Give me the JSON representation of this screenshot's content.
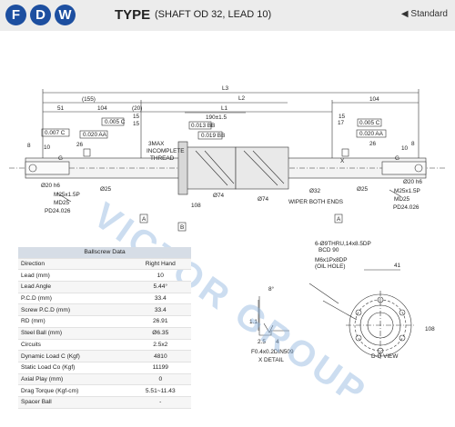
{
  "header": {
    "badges": [
      "F",
      "D",
      "W"
    ],
    "type_label": "TYPE",
    "subtitle": "(SHAFT OD 32, LEAD 10)",
    "standard_button": "Standard",
    "standard_icon": "triangle-left-icon",
    "brand_color": "#1d4fa0"
  },
  "drawing": {
    "dims_top": {
      "L3": "L3",
      "L2": "L2",
      "L1": "L1",
      "d155": "(155)",
      "d104_right": "104",
      "d51": "51",
      "d104_left": "104",
      "d20": "(20)",
      "d15a": "15",
      "d15b": "15",
      "d190": "190±1.5",
      "d15c": "15",
      "d17": "17"
    },
    "left_labels": {
      "tol1": "0.007 C",
      "tol2": "0.005 C",
      "tol3": "0.020 AA",
      "d8": "8",
      "d10": "10",
      "d26": "26",
      "d20h6": "Ø20 h6",
      "thread": "M25x1.5P",
      "md": "MD25",
      "pd": "PD24.026",
      "d25": "Ø25",
      "a": "A",
      "tmax": "3MAX",
      "incomplete": "INCOMPLETE",
      "thread2": "THREAD",
      "g": "G"
    },
    "center_labels": {
      "tol_bb1": "0.013 BB",
      "tol_bb2": "0.019 BB",
      "d74a": "Ø74",
      "d74b": "Ø74",
      "d108": "108",
      "b": "B",
      "d32": "Ø32",
      "wiper": "WIPER BOTH ENDS",
      "x": "X"
    },
    "right_labels": {
      "tol1": "0.005 C",
      "tol2": "0.020 AA",
      "d8": "8",
      "d10": "10",
      "d26": "26",
      "d20h6": "Ø20 h6",
      "thread": "M25x1.5P",
      "md": "MD25",
      "pd": "PD24.026",
      "d25": "Ø25",
      "a": "A",
      "g": "G"
    },
    "dd_view": {
      "holes": "6-Ø9THRU,14x8.5DP",
      "bcd": "BCD 90",
      "oil": "M6x1Px8DP",
      "oil2": "(OIL HOLE)",
      "d41": "41",
      "d108": "108",
      "title": "D-D VIEW"
    },
    "x_detail": {
      "angle": "8°",
      "d11": "1.1",
      "d25": "2.5",
      "d4": "4",
      "note": "F0.4x0.2DIN509",
      "title": "X DETAIL"
    }
  },
  "table": {
    "title": "Ballscrew Data",
    "rows": [
      {
        "label": "Direction",
        "value": "Right Hand"
      },
      {
        "label": "Lead (mm)",
        "value": "10"
      },
      {
        "label": "Lead Angle",
        "value": "5.44°"
      },
      {
        "label": "P.C.D (mm)",
        "value": "33.4"
      },
      {
        "label": "Screw P.C.D (mm)",
        "value": "33.4"
      },
      {
        "label": "RD (mm)",
        "value": "26.91"
      },
      {
        "label": "Steel Ball (mm)",
        "value": "Ø6.35"
      },
      {
        "label": "Circuits",
        "value": "2.5x2"
      },
      {
        "label": "Dynamic Load C (Kgf)",
        "value": "4810"
      },
      {
        "label": "Static Load Co (Kgf)",
        "value": "11199"
      },
      {
        "label": "Axial Play (mm)",
        "value": "0"
      },
      {
        "label": "Drag Torque (Kgf-cm)",
        "value": "5.51~11.43"
      },
      {
        "label": "Spacer Ball",
        "value": "-"
      }
    ]
  },
  "watermark": "VICTOR GROUP"
}
